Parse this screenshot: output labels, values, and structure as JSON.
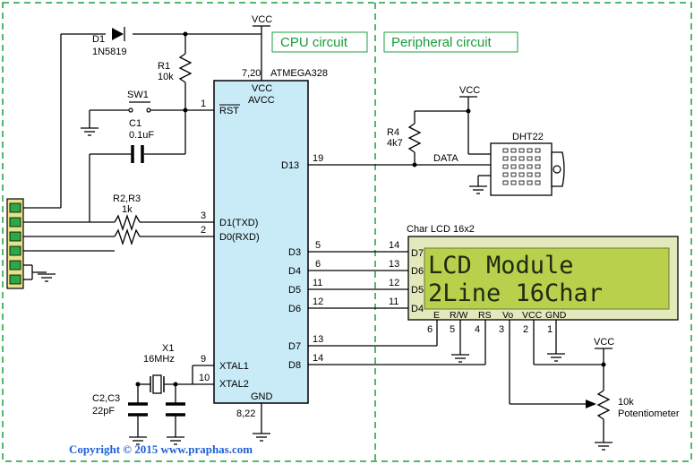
{
  "sections": {
    "cpu": "CPU circuit",
    "peripheral": "Peripheral circuit"
  },
  "power": {
    "vcc": "VCC"
  },
  "mcu": {
    "name": "ATMEGA328",
    "power_pins": "7,20",
    "ground_pins": "8,22",
    "vcc_label": "VCC",
    "avcc_label": "AVCC",
    "gnd_label": "GND",
    "pins": [
      {
        "num": "1",
        "name": "RST"
      },
      {
        "num": "19",
        "name": "D13"
      },
      {
        "num": "3",
        "name": "D1(TXD)"
      },
      {
        "num": "2",
        "name": "D0(RXD)"
      },
      {
        "num": "5",
        "name": "D3"
      },
      {
        "num": "6",
        "name": "D4"
      },
      {
        "num": "11",
        "name": "D5"
      },
      {
        "num": "12",
        "name": "D6"
      },
      {
        "num": "13",
        "name": "D7"
      },
      {
        "num": "14",
        "name": "D8"
      },
      {
        "num": "9",
        "name": "XTAL1"
      },
      {
        "num": "10",
        "name": "XTAL2"
      }
    ]
  },
  "components": {
    "d1": {
      "ref": "D1",
      "value": "1N5819"
    },
    "r1": {
      "ref": "R1",
      "value": "10k"
    },
    "sw1": {
      "ref": "SW1"
    },
    "c1": {
      "ref": "C1",
      "value": "0.1uF"
    },
    "r2r3": {
      "ref": "R2,R3",
      "value": "1k"
    },
    "x1": {
      "ref": "X1",
      "value": "16MHz"
    },
    "c2c3": {
      "ref": "C2,C3",
      "value": "22pF"
    },
    "r4": {
      "ref": "R4",
      "value": "4k7"
    },
    "dht": {
      "name": "DHT22",
      "data_label": "DATA"
    },
    "pot": {
      "value": "10k",
      "name": "Potentiometer"
    }
  },
  "lcd": {
    "title": "Char LCD 16x2",
    "line1": "LCD Module",
    "line2": "2Line 16Char",
    "data_pins": [
      {
        "num": "14",
        "name": "D7"
      },
      {
        "num": "13",
        "name": "D6"
      },
      {
        "num": "12",
        "name": "D5"
      },
      {
        "num": "11",
        "name": "D4"
      }
    ],
    "bottom_pins": [
      {
        "num": "6",
        "name": "E"
      },
      {
        "num": "5",
        "name": "R/W"
      },
      {
        "num": "4",
        "name": "RS"
      },
      {
        "num": "3",
        "name": "Vo"
      },
      {
        "num": "2",
        "name": "VCC"
      },
      {
        "num": "1",
        "name": "GND"
      }
    ]
  },
  "copyright": "Copyright © 2015 www.praphas.com"
}
